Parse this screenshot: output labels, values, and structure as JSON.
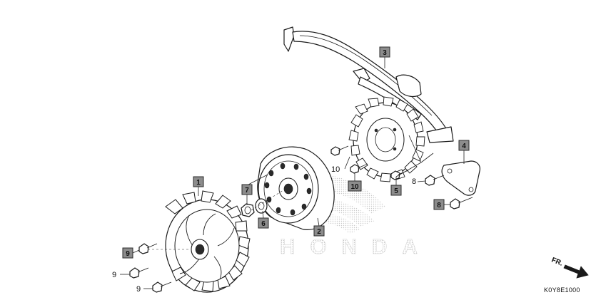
{
  "brand": {
    "watermark": "HONDA"
  },
  "diagram_code": "K0Y8E1000",
  "direction_indicator": {
    "label": "FR."
  },
  "callouts": [
    {
      "id": "c1",
      "label": "1"
    },
    {
      "id": "c2",
      "label": "2"
    },
    {
      "id": "c3",
      "label": "3"
    },
    {
      "id": "c4",
      "label": "4"
    },
    {
      "id": "c5",
      "label": "5"
    },
    {
      "id": "c6",
      "label": "6"
    },
    {
      "id": "c7",
      "label": "7"
    },
    {
      "id": "c8b",
      "label": "8"
    },
    {
      "id": "c9a",
      "label": "9"
    },
    {
      "id": "c10b",
      "label": "10"
    }
  ],
  "plain_labels": [
    {
      "id": "p8",
      "label": "8"
    },
    {
      "id": "p9b",
      "label": "9"
    },
    {
      "id": "p9c",
      "label": "9"
    },
    {
      "id": "p10",
      "label": "10"
    }
  ]
}
